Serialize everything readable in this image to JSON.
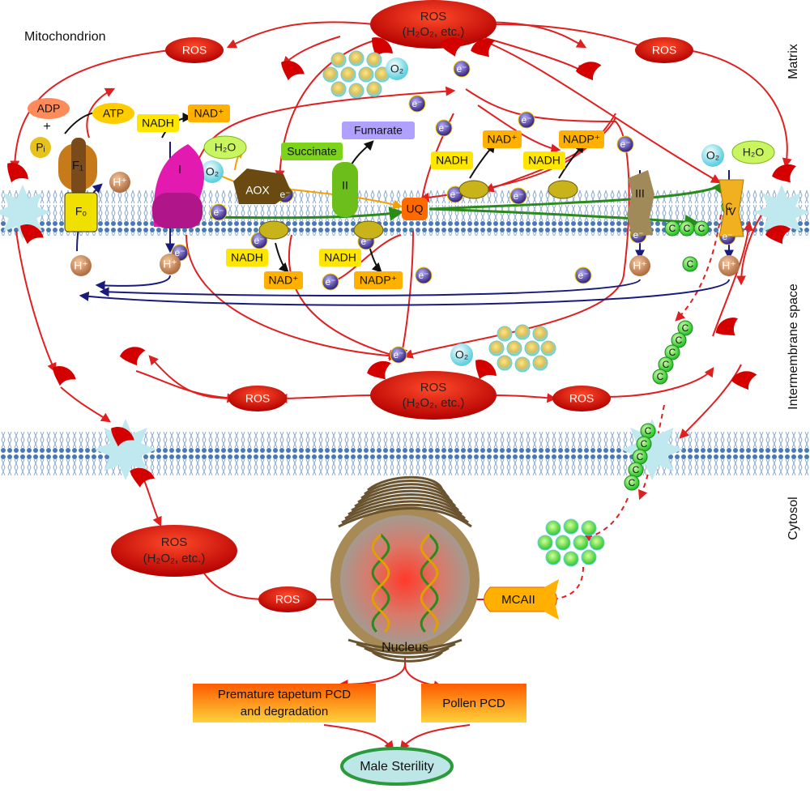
{
  "labels": {
    "mitochondrion": "Mitochondrion",
    "matrix": "Matrix",
    "intermembrane": "Intermembrane space",
    "cytosol": "Cytosol",
    "ros_short": "ROS",
    "ros_big_line1": "ROS",
    "ros_big_line2": "(H₂O₂, etc.)",
    "electron": "e⁻",
    "proton": "H⁺",
    "o2": "O₂",
    "h2o": "H₂O",
    "adp": "ADP",
    "atp": "ATP",
    "pi": "Pᵢ",
    "plus": "+",
    "f1": "F₁",
    "f0": "F₀",
    "nadh": "NADH",
    "nad_plus": "NAD⁺",
    "nadp_plus": "NADP⁺",
    "fumarate": "Fumarate",
    "succinate": "Succinate",
    "aox": "AOX",
    "uq": "UQ",
    "complex_i": "I",
    "complex_ii": "II",
    "complex_iii": "III",
    "complex_iv": "IV",
    "cytc": "C",
    "nucleus": "Nucleus",
    "mcaii": "MCAII",
    "premature_line1": "Premature tapetum PCD",
    "premature_line2": "and degradation",
    "pollen_pcd": "Pollen PCD",
    "male_sterility": "Male Sterility"
  },
  "colors": {
    "ros_red": "#e01010",
    "arrow_red": "#e02020",
    "proton_brown": "#c88a5a",
    "electron_purple": "#5a4aa0",
    "navy_arrow": "#1a1a7a",
    "green_arrow": "#2a8a1a",
    "membrane_blue": "#4a7ab5",
    "yellow_box": "#ffe600",
    "orange_box": "#ff9a00",
    "male_sterility_fill": "#bde6e6",
    "male_sterility_border": "#2a9a3a"
  }
}
